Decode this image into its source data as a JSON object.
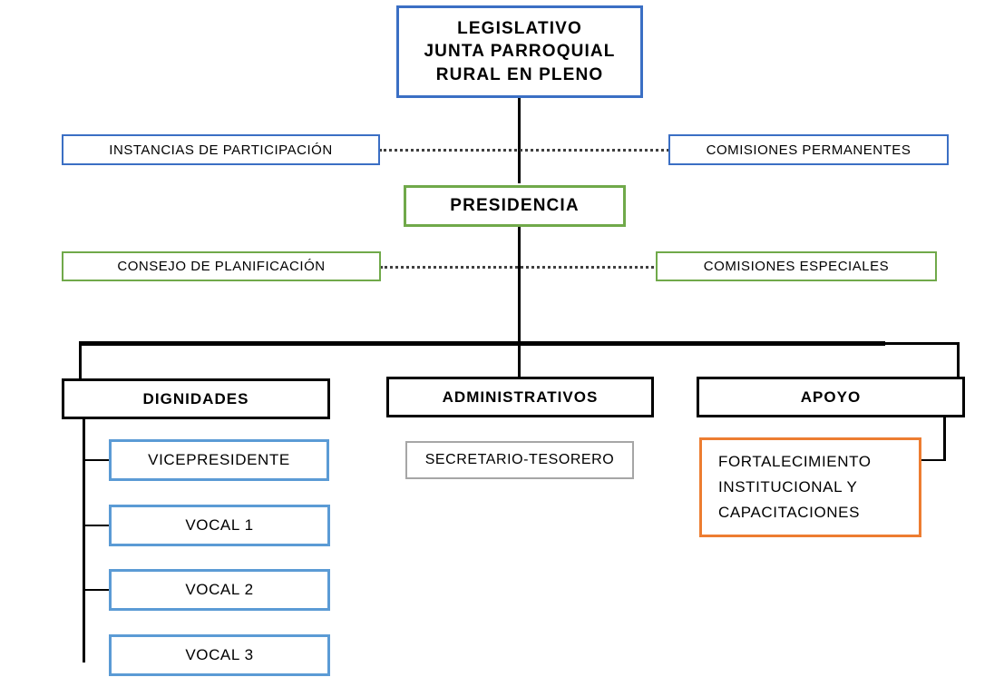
{
  "diagram": {
    "title": "Organigrama GAD Parroquial Rural",
    "type": "organizational-chart",
    "colors": {
      "blue": "#3B6FC4",
      "light_blue": "#5B9BD5",
      "green": "#70A94A",
      "orange": "#ED7D31",
      "black": "#000000",
      "gray": "#A6A6A6",
      "dotted": "#404040"
    },
    "nodes": [
      {
        "id": "legislativo",
        "label": "LEGISLATIVO\nJUNTA PARROQUIAL\nRURAL EN PLENO",
        "border_color": "#3B6FC4",
        "level": "legislativo"
      },
      {
        "id": "instancias-participacion",
        "label": "INSTANCIAS DE PARTICIPACIÓN",
        "border_color": "#3B6FC4",
        "level": "participacion"
      },
      {
        "id": "comisiones-permanentes",
        "label": "COMISIONES PERMANENTES",
        "border_color": "#3B6FC4",
        "level": "participacion"
      },
      {
        "id": "presidencia",
        "label": "PRESIDENCIA",
        "border_color": "#70A94A",
        "level": "ejecutivo"
      },
      {
        "id": "consejo-planificacion",
        "label": "CONSEJO DE PLANIFICACIÓN",
        "border_color": "#70A94A",
        "level": "asesor"
      },
      {
        "id": "comisiones-especiales",
        "label": "COMISIONES ESPECIALES",
        "border_color": "#70A94A",
        "level": "asesor"
      },
      {
        "id": "dignidades",
        "label": "DIGNIDADES",
        "border_color": "#000000",
        "level": "grupo"
      },
      {
        "id": "administrativos",
        "label": "ADMINISTRATIVOS",
        "border_color": "#000000",
        "level": "grupo"
      },
      {
        "id": "apoyo",
        "label": "APOYO",
        "border_color": "#000000",
        "level": "grupo"
      },
      {
        "id": "vicepresidente",
        "label": "VICEPRESIDENTE",
        "border_color": "#5B9BD5",
        "level": "dignidad"
      },
      {
        "id": "vocal-1",
        "label": "VOCAL 1",
        "border_color": "#5B9BD5",
        "level": "dignidad"
      },
      {
        "id": "vocal-2",
        "label": "VOCAL 2",
        "border_color": "#5B9BD5",
        "level": "dignidad"
      },
      {
        "id": "vocal-3",
        "label": "VOCAL 3",
        "border_color": "#5B9BD5",
        "level": "dignidad"
      },
      {
        "id": "secretario-tesorero",
        "label": "SECRETARIO-TESORERO",
        "border_color": "#A6A6A6",
        "level": "administrativo"
      },
      {
        "id": "fortalecimiento",
        "label": "FORTALECIMIENTO\nINSTITUCIONAL   Y\nCAPACITACIONES",
        "border_color": "#ED7D31",
        "level": "apoyo"
      }
    ]
  }
}
